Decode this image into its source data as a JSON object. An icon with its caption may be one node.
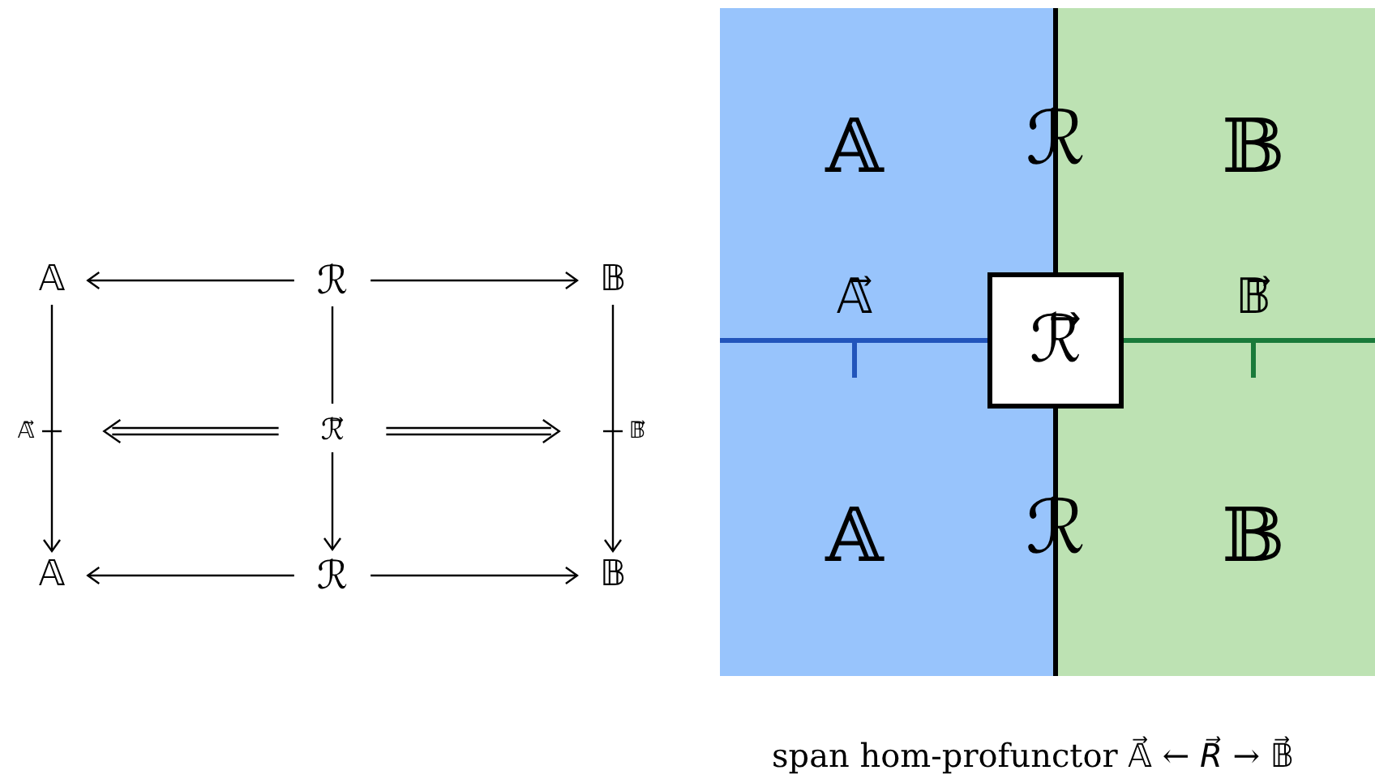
{
  "diagram": {
    "caption": "span hom-profunctor 𝔸⃗ ← *R⃗* → 𝔹⃗",
    "nodes": [
      {
        "text": [
          "𝔸"
        ]
      },
      {
        "text": [
          "ℛ"
        ]
      },
      {
        "text": [
          "𝔹"
        ]
      },
      {
        "text": [
          "𝔸⃗"
        ]
      },
      {
        "text": [
          "ℛ⃗"
        ]
      },
      {
        "text": [
          "𝔹⃗"
        ]
      },
      {
        "text": [
          "𝔸"
        ]
      },
      {
        "text": [
          "ℛ"
        ]
      },
      {
        "text": [
          "𝔹"
        ]
      },
      {
        "text": [
          "𝔸",
          "𝔸"
        ]
      },
      {
        "text": [
          "𝔹",
          "𝔹"
        ]
      },
      {
        "text": [
          "ℛ⃗"
        ]
      }
    ],
    "edges": [
      {
        "from": 1,
        "to": 0,
        "arrow": "to"
      },
      {
        "from": 1,
        "to": 2,
        "arrow": "to"
      },
      {
        "from": 0,
        "to": 6,
        "arrow": "to"
      },
      {
        "from": 1,
        "to": 4,
        "arrow": "none"
      },
      {
        "from": 2,
        "to": 8,
        "arrow": "to"
      },
      {
        "from": 4,
        "to": 3,
        "arrow": "to"
      },
      {
        "from": 4,
        "to": 5,
        "arrow": "to"
      },
      {
        "from": 4,
        "to": 7,
        "arrow": "to"
      },
      {
        "from": 7,
        "to": 6,
        "arrow": "to"
      },
      {
        "from": 7,
        "to": 8,
        "arrow": "to"
      },
      {
        "from": 9,
        "to": 11,
        "arrow": "none",
        "style": "thick",
        "color": "#2255bb"
      },
      {
        "from": 11,
        "to": 10,
        "arrow": "none",
        "style": "thick",
        "color": "#1a7a3a"
      },
      {
        "from": 10,
        "to": 11,
        "arrow": "none",
        "style": "thick"
      },
      {
        "from": 11,
        "to": 10,
        "arrow": "none",
        "style": "thick"
      },
      {
        "from": 9,
        "to": 9,
        "arrow": "none",
        "style": "thick",
        "color": "#2255bb"
      },
      {
        "from": 10,
        "to": 10,
        "arrow": "none",
        "style": "thick",
        "color": "#1a7a3a"
      }
    ],
    "labels": [
      "ℛ",
      "𝔸⃗",
      "𝔹⃗",
      "ℛ"
    ]
  }
}
